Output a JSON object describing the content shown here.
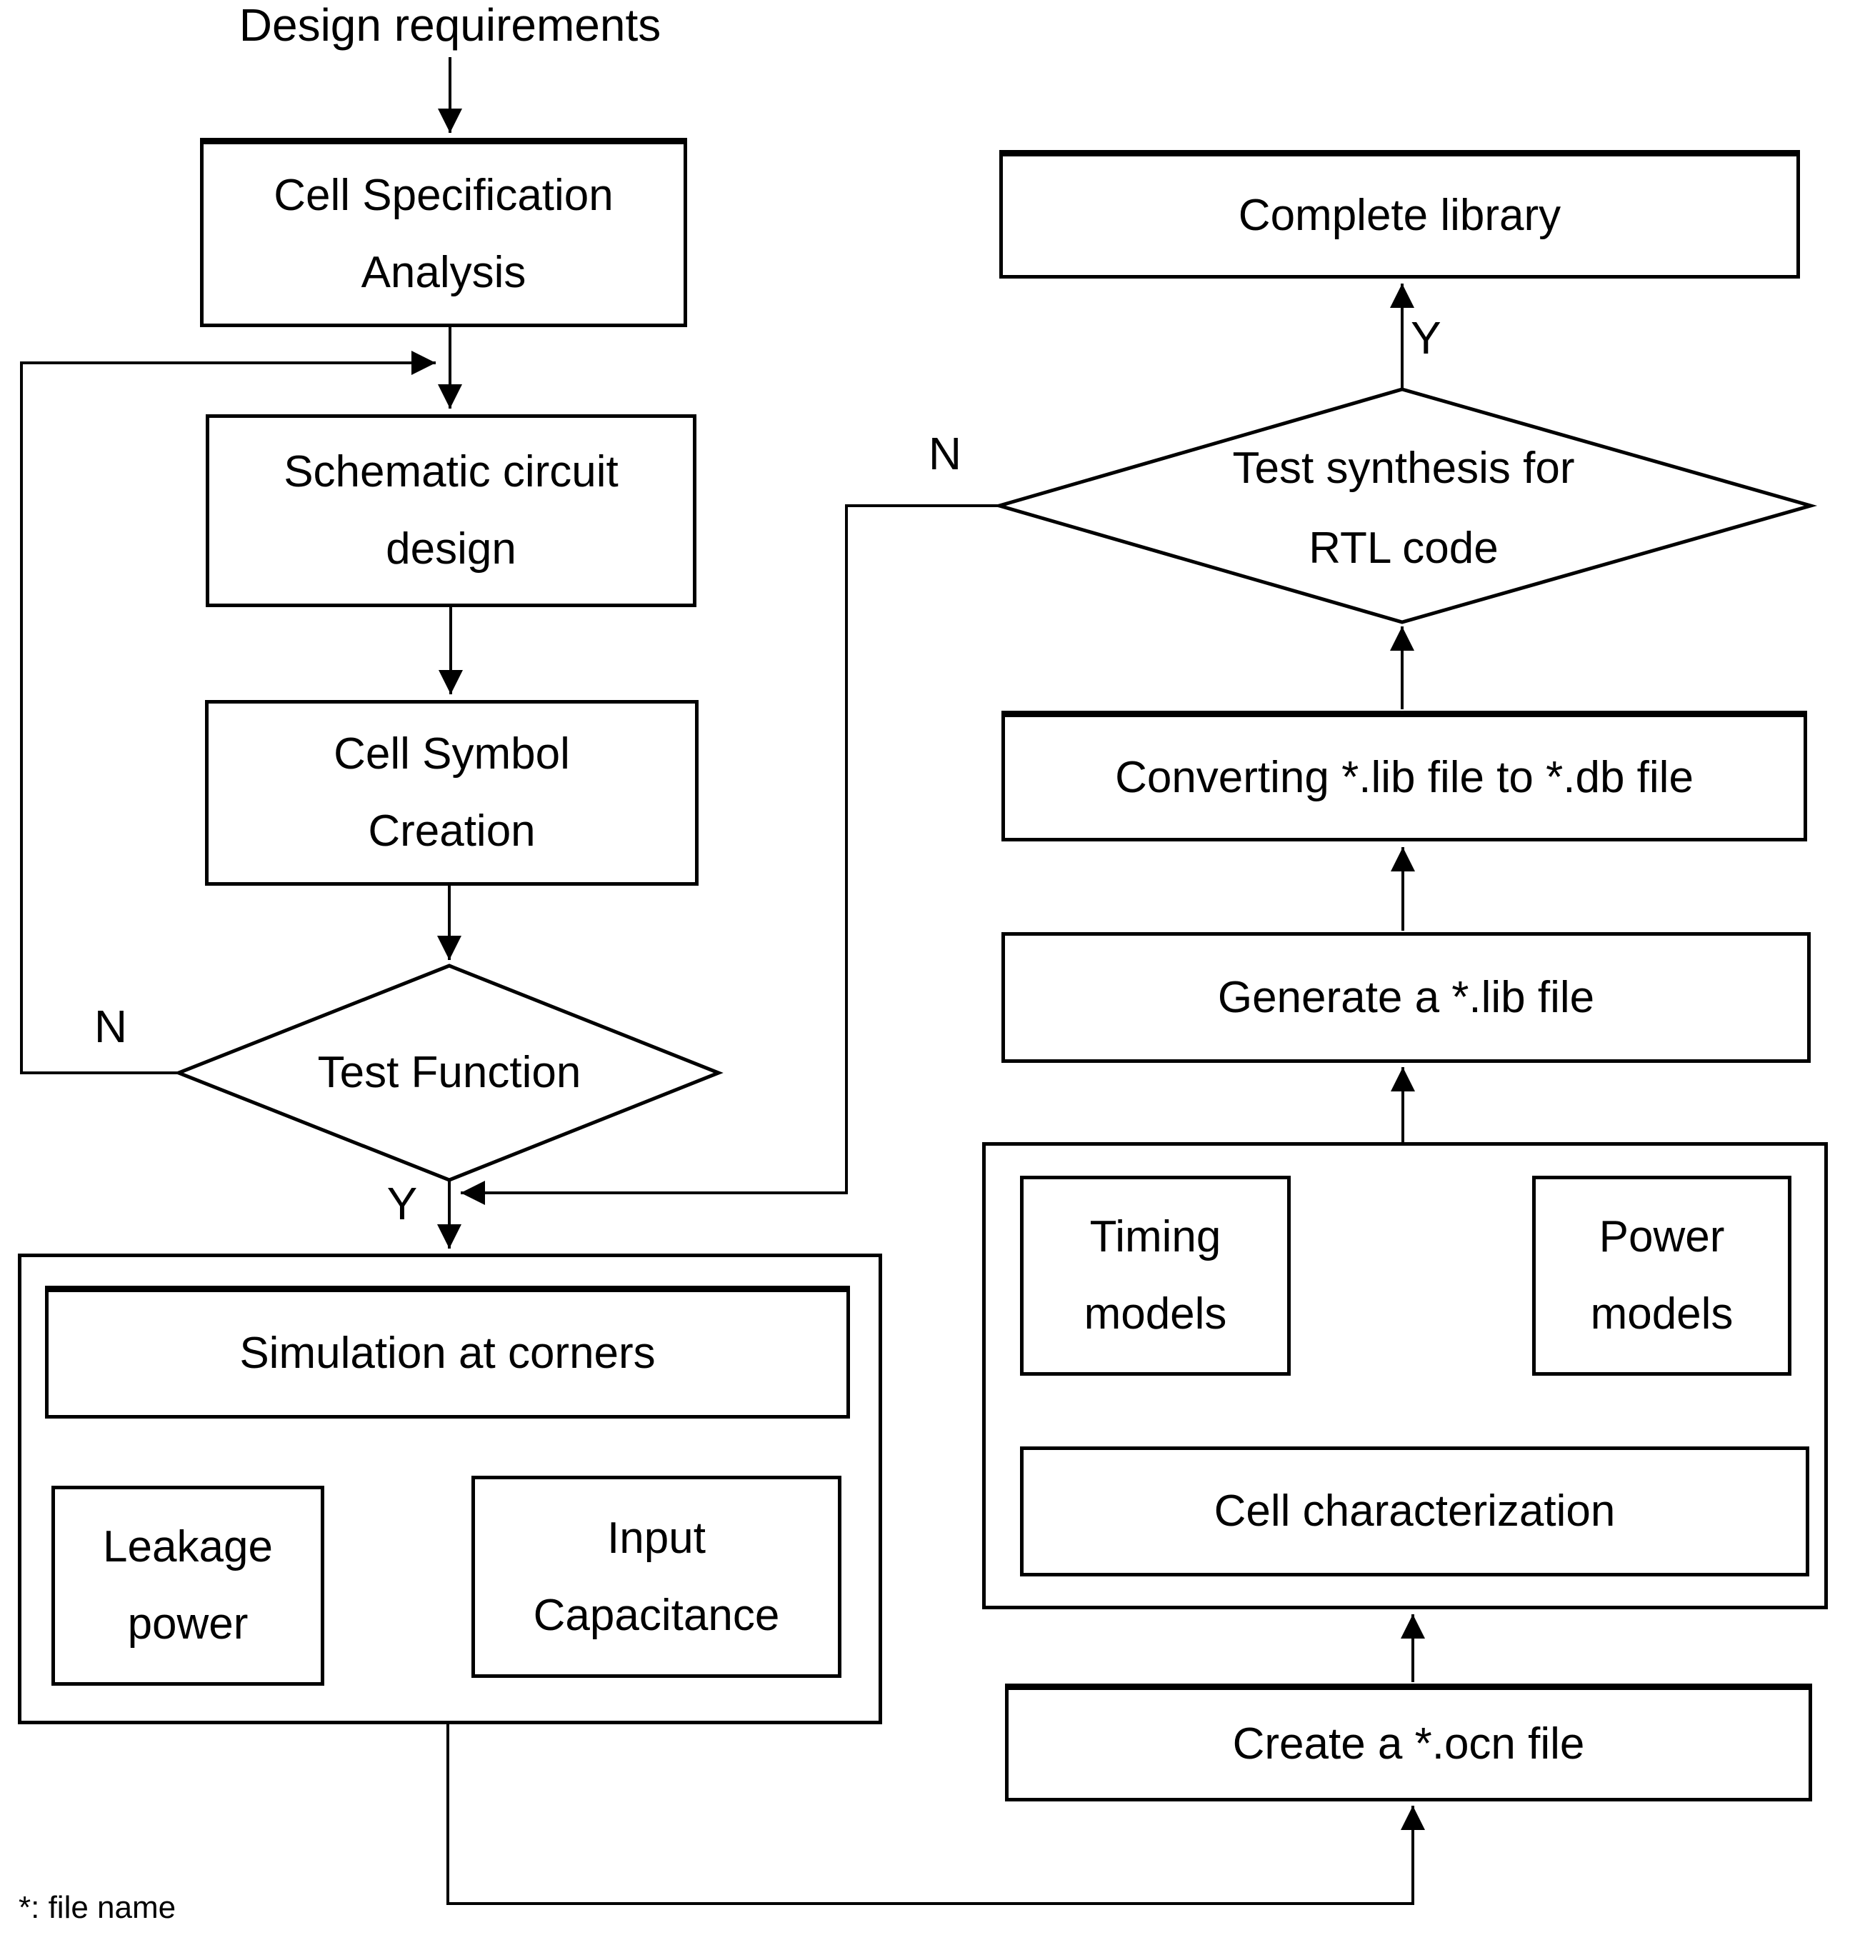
{
  "diagram": {
    "start_label": "Design requirements",
    "footnote": "*: file name",
    "colors": {
      "line": "#000000",
      "background": "#ffffff"
    },
    "nodes": {
      "cell_specification_analysis": {
        "lines": [
          "Cell Specification",
          "Analysis"
        ]
      },
      "schematic_circuit_design": {
        "lines": [
          "Schematic circuit",
          "design"
        ]
      },
      "cell_symbol_creation": {
        "lines": [
          "Cell Symbol",
          "Creation"
        ]
      },
      "simulation_at_corners": {
        "label": "Simulation at corners"
      },
      "leakage_power": {
        "lines": [
          "Leakage",
          "power"
        ]
      },
      "input_capacitance": {
        "lines": [
          "Input",
          "Capacitance"
        ]
      },
      "complete_library": {
        "label": "Complete library"
      },
      "converting_lib_to_db": {
        "label": "Converting *.lib file to *.db file"
      },
      "generate_lib_file": {
        "label": "Generate a *.lib file"
      },
      "timing_models": {
        "lines": [
          "Timing",
          "models"
        ]
      },
      "power_models": {
        "lines": [
          "Power",
          "models"
        ]
      },
      "cell_characterization": {
        "label": "Cell characterization"
      },
      "create_ocn_file": {
        "label": "Create a *.ocn file"
      }
    },
    "decisions": {
      "test_function": {
        "label": "Test Function",
        "yes": "Y",
        "no": "N"
      },
      "test_synthesis": {
        "lines": [
          "Test synthesis for",
          "RTL code"
        ],
        "yes": "Y",
        "no": "N"
      }
    }
  }
}
